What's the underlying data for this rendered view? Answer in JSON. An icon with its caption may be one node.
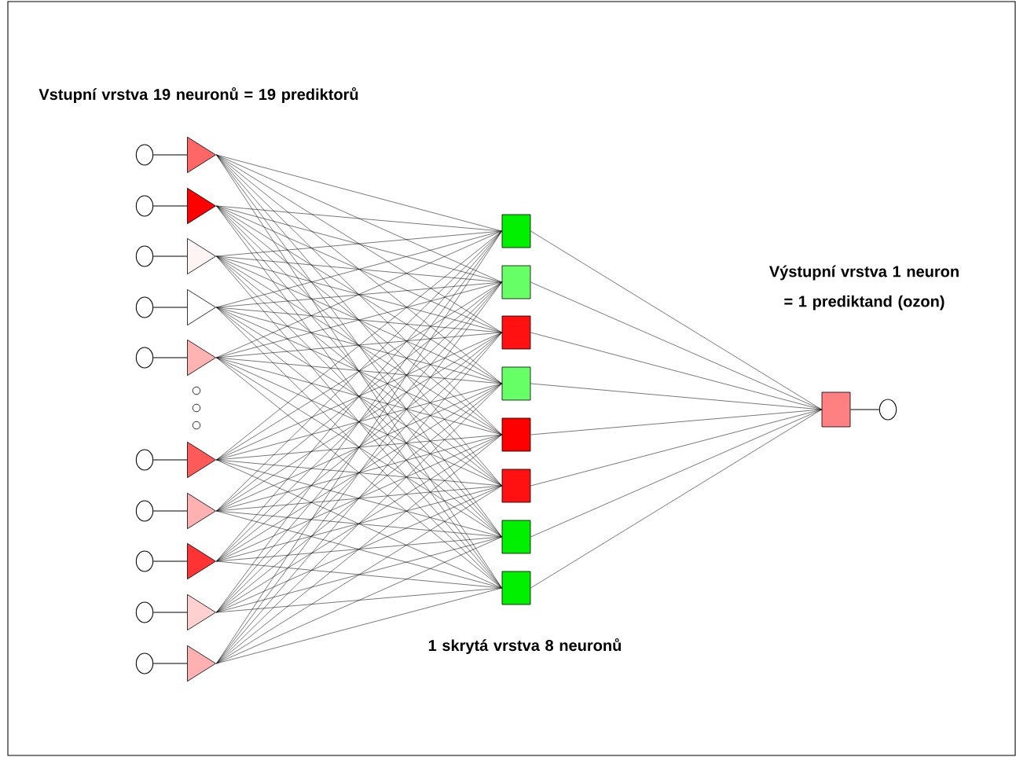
{
  "diagram": {
    "nodes": [
      {
        "text": [],
        "shape": "circle"
      },
      {
        "text": [],
        "shape": "circle"
      },
      {
        "text": [],
        "shape": "circle"
      },
      {
        "text": [],
        "shape": "circle"
      },
      {
        "text": [],
        "shape": "circle"
      },
      {
        "text": [],
        "shape": "circle"
      },
      {
        "text": [],
        "shape": "circle"
      },
      {
        "text": [],
        "shape": "circle"
      },
      {
        "text": [],
        "shape": "circle"
      },
      {
        "text": [],
        "shape": "circle"
      },
      {
        "text": [],
        "shape": "triangle"
      },
      {
        "text": [],
        "shape": "triangle"
      },
      {
        "text": [],
        "shape": "triangle"
      },
      {
        "text": [],
        "shape": "triangle"
      },
      {
        "text": [],
        "shape": "triangle"
      },
      {
        "text": [],
        "shape": "triangle"
      },
      {
        "text": [],
        "shape": "triangle"
      },
      {
        "text": [],
        "shape": "triangle"
      },
      {
        "text": [],
        "shape": "triangle"
      },
      {
        "text": [],
        "shape": "triangle"
      },
      {
        "text": [],
        "shape": "box"
      },
      {
        "text": [],
        "shape": "box"
      },
      {
        "text": [],
        "shape": "box"
      },
      {
        "text": [],
        "shape": "box"
      },
      {
        "text": [],
        "shape": "box"
      },
      {
        "text": [],
        "shape": "box"
      },
      {
        "text": [],
        "shape": "box"
      },
      {
        "text": [],
        "shape": "box"
      },
      {
        "text": [],
        "shape": "box"
      },
      {
        "text": [],
        "shape": "circle"
      }
    ],
    "edges": [
      {
        "from": 0,
        "to": 10,
        "arrow": "none"
      },
      {
        "from": 1,
        "to": 11,
        "arrow": "none"
      },
      {
        "from": 2,
        "to": 12,
        "arrow": "none"
      },
      {
        "from": 3,
        "to": 13,
        "arrow": "none"
      },
      {
        "from": 4,
        "to": 14,
        "arrow": "none"
      },
      {
        "from": 5,
        "to": 15,
        "arrow": "none"
      },
      {
        "from": 6,
        "to": 16,
        "arrow": "none"
      },
      {
        "from": 7,
        "to": 17,
        "arrow": "none"
      },
      {
        "from": 8,
        "to": 18,
        "arrow": "none"
      },
      {
        "from": 9,
        "to": 19,
        "arrow": "none"
      },
      {
        "from": 10,
        "to": 20,
        "arrow": "none"
      },
      {
        "from": 10,
        "to": 21,
        "arrow": "none"
      },
      {
        "from": 10,
        "to": 22,
        "arrow": "none"
      },
      {
        "from": 10,
        "to": 23,
        "arrow": "none"
      },
      {
        "from": 10,
        "to": 24,
        "arrow": "none"
      },
      {
        "from": 10,
        "to": 25,
        "arrow": "none"
      },
      {
        "from": 10,
        "to": 26,
        "arrow": "none"
      },
      {
        "from": 10,
        "to": 27,
        "arrow": "none"
      },
      {
        "from": 11,
        "to": 20,
        "arrow": "none"
      },
      {
        "from": 11,
        "to": 21,
        "arrow": "none"
      },
      {
        "from": 11,
        "to": 22,
        "arrow": "none"
      },
      {
        "from": 11,
        "to": 23,
        "arrow": "none"
      },
      {
        "from": 11,
        "to": 24,
        "arrow": "none"
      },
      {
        "from": 11,
        "to": 25,
        "arrow": "none"
      },
      {
        "from": 11,
        "to": 26,
        "arrow": "none"
      },
      {
        "from": 11,
        "to": 27,
        "arrow": "none"
      },
      {
        "from": 12,
        "to": 20,
        "arrow": "none"
      },
      {
        "from": 12,
        "to": 21,
        "arrow": "none"
      },
      {
        "from": 12,
        "to": 22,
        "arrow": "none"
      },
      {
        "from": 12,
        "to": 23,
        "arrow": "none"
      },
      {
        "from": 12,
        "to": 24,
        "arrow": "none"
      },
      {
        "from": 12,
        "to": 25,
        "arrow": "none"
      },
      {
        "from": 12,
        "to": 26,
        "arrow": "none"
      },
      {
        "from": 12,
        "to": 27,
        "arrow": "none"
      },
      {
        "from": 13,
        "to": 20,
        "arrow": "none"
      },
      {
        "from": 13,
        "to": 21,
        "arrow": "none"
      },
      {
        "from": 13,
        "to": 22,
        "arrow": "none"
      },
      {
        "from": 13,
        "to": 23,
        "arrow": "none"
      },
      {
        "from": 13,
        "to": 24,
        "arrow": "none"
      },
      {
        "from": 13,
        "to": 25,
        "arrow": "none"
      },
      {
        "from": 13,
        "to": 26,
        "arrow": "none"
      },
      {
        "from": 13,
        "to": 27,
        "arrow": "none"
      },
      {
        "from": 14,
        "to": 20,
        "arrow": "none"
      },
      {
        "from": 14,
        "to": 21,
        "arrow": "none"
      },
      {
        "from": 14,
        "to": 22,
        "arrow": "none"
      },
      {
        "from": 14,
        "to": 23,
        "arrow": "none"
      },
      {
        "from": 14,
        "to": 24,
        "arrow": "none"
      },
      {
        "from": 14,
        "to": 25,
        "arrow": "none"
      },
      {
        "from": 14,
        "to": 26,
        "arrow": "none"
      },
      {
        "from": 14,
        "to": 27,
        "arrow": "none"
      },
      {
        "from": 15,
        "to": 20,
        "arrow": "none"
      },
      {
        "from": 15,
        "to": 21,
        "arrow": "none"
      },
      {
        "from": 15,
        "to": 22,
        "arrow": "none"
      },
      {
        "from": 15,
        "to": 23,
        "arrow": "none"
      },
      {
        "from": 15,
        "to": 24,
        "arrow": "none"
      },
      {
        "from": 15,
        "to": 25,
        "arrow": "none"
      },
      {
        "from": 15,
        "to": 26,
        "arrow": "none"
      },
      {
        "from": 15,
        "to": 27,
        "arrow": "none"
      },
      {
        "from": 16,
        "to": 20,
        "arrow": "none"
      },
      {
        "from": 16,
        "to": 21,
        "arrow": "none"
      },
      {
        "from": 16,
        "to": 22,
        "arrow": "none"
      },
      {
        "from": 16,
        "to": 23,
        "arrow": "none"
      },
      {
        "from": 16,
        "to": 24,
        "arrow": "none"
      },
      {
        "from": 16,
        "to": 25,
        "arrow": "none"
      },
      {
        "from": 16,
        "to": 26,
        "arrow": "none"
      },
      {
        "from": 16,
        "to": 27,
        "arrow": "none"
      },
      {
        "from": 17,
        "to": 20,
        "arrow": "none"
      },
      {
        "from": 17,
        "to": 21,
        "arrow": "none"
      },
      {
        "from": 17,
        "to": 22,
        "arrow": "none"
      },
      {
        "from": 17,
        "to": 23,
        "arrow": "none"
      },
      {
        "from": 17,
        "to": 24,
        "arrow": "none"
      },
      {
        "from": 17,
        "to": 25,
        "arrow": "none"
      },
      {
        "from": 17,
        "to": 26,
        "arrow": "none"
      },
      {
        "from": 17,
        "to": 27,
        "arrow": "none"
      },
      {
        "from": 18,
        "to": 20,
        "arrow": "none"
      },
      {
        "from": 18,
        "to": 21,
        "arrow": "none"
      },
      {
        "from": 18,
        "to": 22,
        "arrow": "none"
      },
      {
        "from": 18,
        "to": 23,
        "arrow": "none"
      },
      {
        "from": 18,
        "to": 24,
        "arrow": "none"
      },
      {
        "from": 18,
        "to": 25,
        "arrow": "none"
      },
      {
        "from": 18,
        "to": 26,
        "arrow": "none"
      },
      {
        "from": 18,
        "to": 27,
        "arrow": "none"
      },
      {
        "from": 19,
        "to": 20,
        "arrow": "none"
      },
      {
        "from": 19,
        "to": 21,
        "arrow": "none"
      },
      {
        "from": 19,
        "to": 22,
        "arrow": "none"
      },
      {
        "from": 19,
        "to": 23,
        "arrow": "none"
      },
      {
        "from": 19,
        "to": 24,
        "arrow": "none"
      },
      {
        "from": 19,
        "to": 25,
        "arrow": "none"
      },
      {
        "from": 19,
        "to": 26,
        "arrow": "none"
      },
      {
        "from": 19,
        "to": 27,
        "arrow": "none"
      },
      {
        "from": 20,
        "to": 28,
        "arrow": "none"
      },
      {
        "from": 21,
        "to": 28,
        "arrow": "none"
      },
      {
        "from": 22,
        "to": 28,
        "arrow": "none"
      },
      {
        "from": 23,
        "to": 28,
        "arrow": "none"
      },
      {
        "from": 24,
        "to": 28,
        "arrow": "none"
      },
      {
        "from": 25,
        "to": 28,
        "arrow": "none"
      },
      {
        "from": 26,
        "to": 28,
        "arrow": "none"
      },
      {
        "from": 27,
        "to": 28,
        "arrow": "none"
      },
      {
        "from": 28,
        "to": 29,
        "arrow": "none"
      }
    ],
    "labels": [
      "Vstupní vrstva 19 neuronů = 19 prediktorů",
      "Výstupní vrstva 1 neuron = 1 prediktand (ozon)",
      "1 skrytá vrstva 8 neuronů"
    ]
  }
}
